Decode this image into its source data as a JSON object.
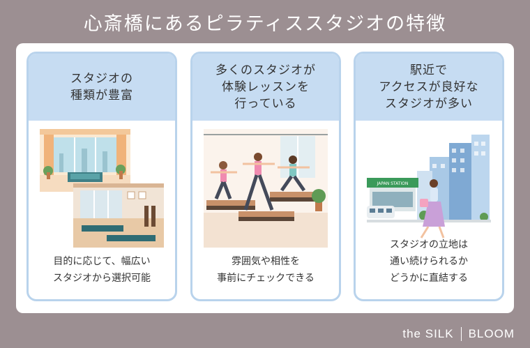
{
  "title": "心斎橋にあるピラティススタジオの特徴",
  "cards": [
    {
      "heading": "スタジオの\n種類が豊富",
      "caption": "目的に応じて、幅広い\nスタジオから選択可能",
      "image": "pilates-studio-interiors-illustration"
    },
    {
      "heading": "多くのスタジオが\n体験レッスンを\n行っている",
      "caption": "雰囲気や相性を\n事前にチェックできる",
      "image": "reformer-class-illustration"
    },
    {
      "heading": "駅近で\nアクセスが良好な\nスタジオが多い",
      "caption": "スタジオの立地は\n通い続けられるか\nどうかに直結する",
      "image": "station-walking-woman-illustration",
      "station_sign": "JAPAN STATION"
    }
  ],
  "brand": {
    "left": "the SILK",
    "right": "BLOOM"
  },
  "colors": {
    "background": "#9c8f92",
    "card_head": "#c6dcf2",
    "card_border": "#b9d3ec"
  }
}
